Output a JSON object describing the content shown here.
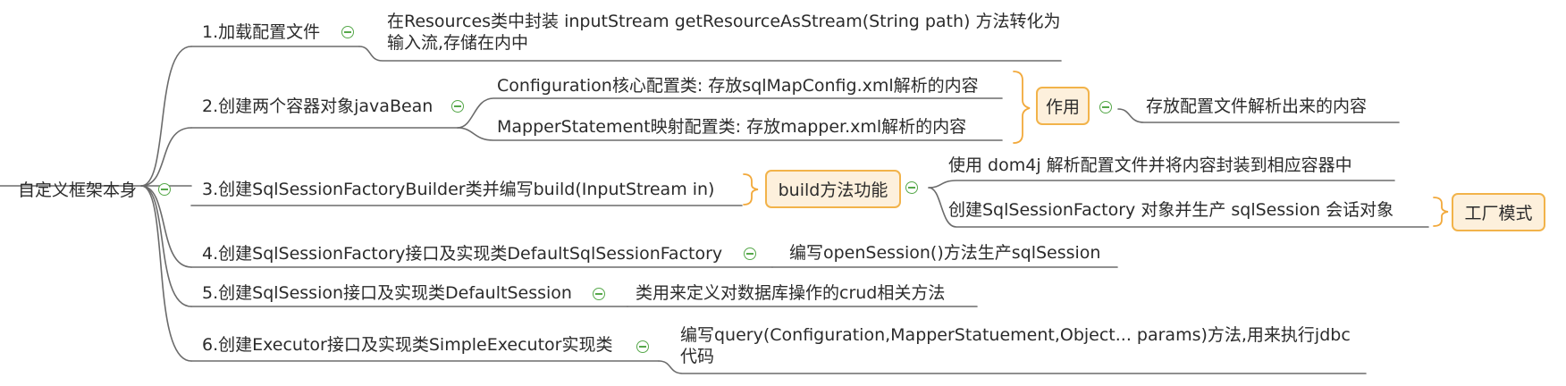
{
  "root": {
    "label": "自定义框架本身"
  },
  "branches": [
    {
      "label": "1.加载配置文件",
      "details": [
        "在Resources类中封装 inputStream getResourceAsStream(String path) 方法转化为输入流,存储在内中"
      ]
    },
    {
      "label": "2.创建两个容器对象javaBean",
      "details": [
        "Configuration核心配置类: 存放sqlMapConfig.xml解析的内容",
        "MapperStatement映射配置类: 存放mapper.xml解析的内容"
      ]
    },
    {
      "label": "3.创建SqlSessionFactoryBuilder类并编写build(InputStream in)"
    },
    {
      "label": "4.创建SqlSessionFactory接口及实现类DefaultSqlSessionFactory",
      "details": [
        "编写openSession()方法生产sqlSession"
      ]
    },
    {
      "label": "5.创建SqlSession接口及实现类DefaultSession",
      "details": [
        "类用来定义对数据库操作的crud相关方法"
      ]
    },
    {
      "label": "6.创建Executor接口及实现类SimpleExecutor实现类",
      "details": [
        "编写query(Configuration,MapperStatuement,Object... params)方法,用来执行jdbc代码"
      ]
    }
  ],
  "summaries": {
    "containers": {
      "label": "作用",
      "detail": "存放配置文件解析出来的内容"
    },
    "build": {
      "label": "build方法功能",
      "details": [
        "使用 dom4j 解析配置文件并将内容封装到相应容器中",
        "创建SqlSessionFactory 对象并生产 sqlSession 会话对象"
      ]
    },
    "factory": {
      "label": "工厂模式"
    }
  },
  "colors": {
    "line": "#6b6b6b",
    "bracket": "#f2a93b",
    "box_bg": "#fdf0dc",
    "box_border": "#f2b34a",
    "collapse": "#56a84a"
  }
}
